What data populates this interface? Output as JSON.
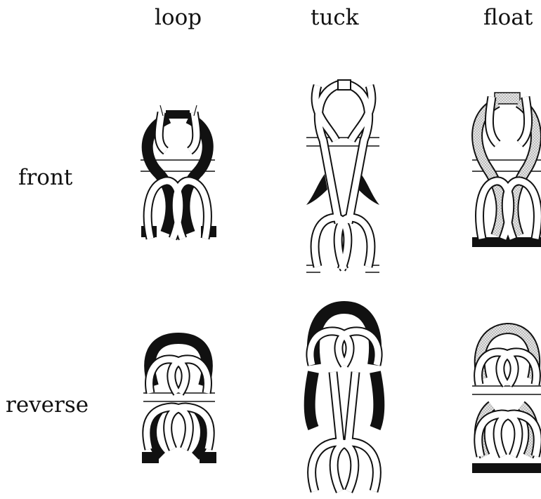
{
  "columns": {
    "loop": "loop",
    "tuck": "tuck",
    "float": "float"
  },
  "rows": {
    "front": "front",
    "reverse": "reverse"
  },
  "colors": {
    "ink": "#111111",
    "dark_yarn": "#111111",
    "stitch_yarn": "#ffffff",
    "float_yarn": "#d6d6d6"
  }
}
